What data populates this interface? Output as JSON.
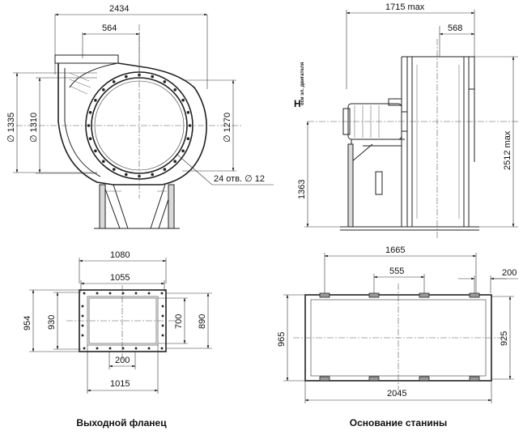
{
  "fan_view": {
    "width_total": "2434",
    "outlet_offset": "564",
    "dia_outer": "∅ 1335",
    "dia_bolt": "∅ 1310",
    "dia_inner": "∅ 1270",
    "holes_note": "24 отв. ∅ 12"
  },
  "side_view": {
    "length_max": "1715 max",
    "motor_offset": "568",
    "height_max": "2512 max",
    "axis_height": "1363",
    "h_symbol": "H",
    "h_subscript": "оси эл. двигателя"
  },
  "outlet_flange": {
    "outer_width": "1080",
    "bolt_width": "1055",
    "outer_height": "954",
    "bolt_height": "930",
    "inner_height": "700",
    "height_890": "890",
    "hole_pitch": "200",
    "inner_width": "1015",
    "caption": "Выходной фланец"
  },
  "base_frame": {
    "length": "1665",
    "hole_spacing": "555",
    "edge_offset": "200",
    "height_total": "965",
    "height_inner": "925",
    "length_total": "2045",
    "caption": "Основание станины"
  }
}
